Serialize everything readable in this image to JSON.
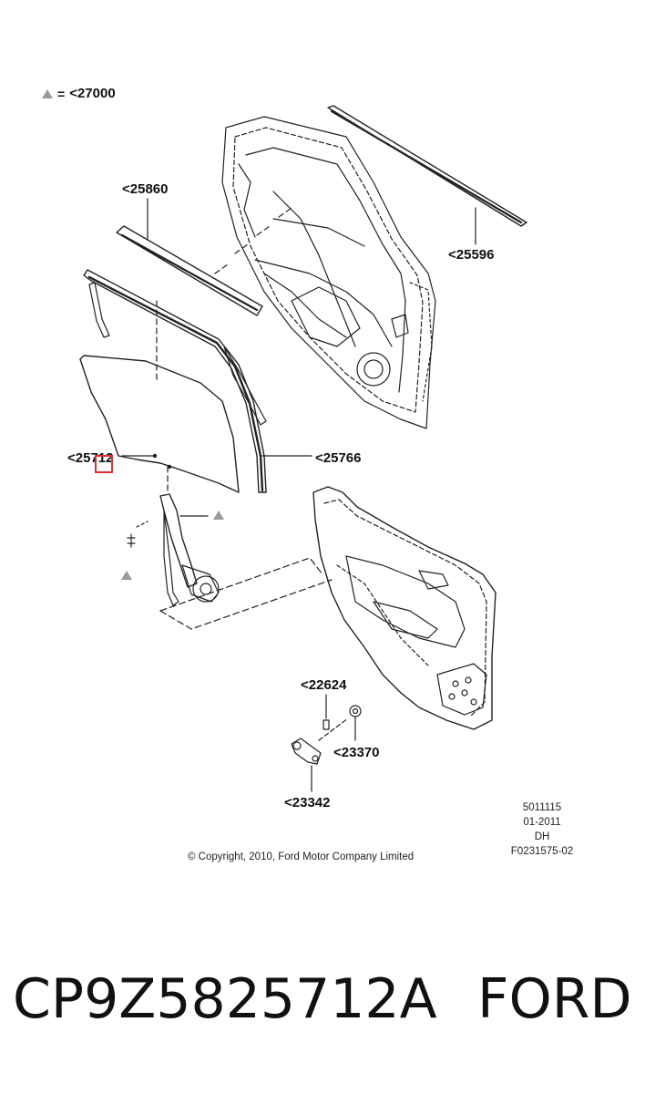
{
  "legend": {
    "equals": "=",
    "value": "<27000"
  },
  "callouts": {
    "c25860": "<25860",
    "c25596": "<25596",
    "c25712": "<25712",
    "c25766": "<25766",
    "c22624": "<22624",
    "c23370": "<23370",
    "c23342": "<23342"
  },
  "info": {
    "number": "5011115",
    "date": "01-2011",
    "initials": "DH",
    "figure_id": "F0231575-02"
  },
  "copyright": "© Copyright, 2010, Ford Motor Company Limited",
  "caption": {
    "part_number": "CP9Z5825712A",
    "brand": "FORD"
  },
  "colors": {
    "highlight": "#e03030",
    "line": "#111111",
    "marker": "#9a9a9a"
  }
}
